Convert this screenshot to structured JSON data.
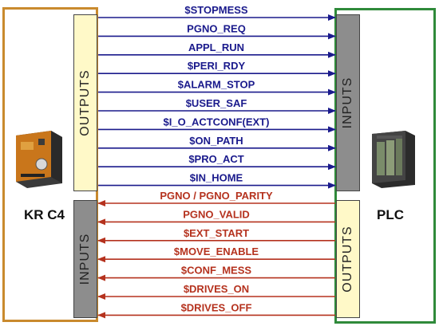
{
  "devices": {
    "left": {
      "name": "KR C4"
    },
    "right": {
      "name": "PLC"
    }
  },
  "blocks": {
    "left_top": "OUTPUTS",
    "left_bottom": "INPUTS",
    "right_top": "INPUTS",
    "right_bottom": "OUTPUTS"
  },
  "colors": {
    "to_plc": "#1a1a8c",
    "to_robot": "#b5321e",
    "frame_left": "#c98a2e",
    "frame_right": "#2f8a3a"
  },
  "signals_to_plc": [
    "$STOPMESS",
    "PGNO_REQ",
    "APPL_RUN",
    "$PERI_RDY",
    "$ALARM_STOP",
    "$USER_SAF",
    "$I_O_ACTCONF(EXT)",
    "$ON_PATH",
    "$PRO_ACT",
    "$IN_HOME"
  ],
  "signals_to_robot": [
    "PGNO / PGNO_PARITY",
    "PGNO_VALID",
    "$EXT_START",
    "$MOVE_ENABLE",
    "$CONF_MESS",
    "$DRIVES_ON",
    "$DRIVES_OFF"
  ]
}
